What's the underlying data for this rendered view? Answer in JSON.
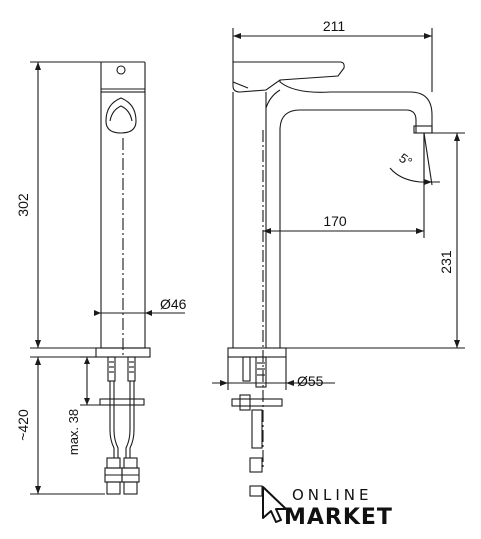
{
  "dimensions": {
    "height_total": "302",
    "body_diameter": "Ø46",
    "hose_length": "~420",
    "max_thickness": "max. 38",
    "overall_width": "211",
    "spout_reach": "170",
    "spout_height": "231",
    "base_diameter": "Ø55",
    "spout_angle": "5°"
  },
  "logo": {
    "line1": "ONLINE",
    "line2": "MARKET"
  },
  "colors": {
    "line": "#1a1a1a",
    "background": "#ffffff"
  }
}
